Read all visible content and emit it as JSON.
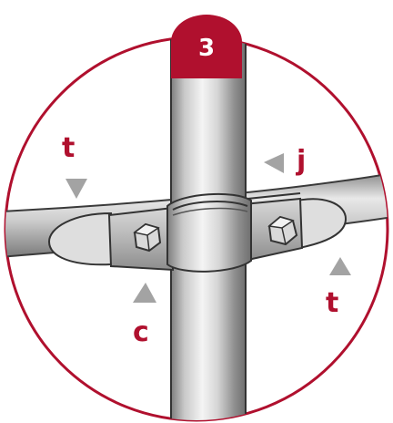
{
  "step": {
    "number": "3"
  },
  "labels": {
    "t_top": "t",
    "j": "j",
    "t_bottom": "t",
    "c": "c"
  },
  "colors": {
    "accent": "#b0102e",
    "pipe_light": "#e6e6e6",
    "pipe_dark": "#8a8a8a",
    "arrow": "#a3a3a3"
  },
  "icons": {
    "arrow": "arrowhead-icon",
    "bolt": "hex-bolt-icon"
  }
}
